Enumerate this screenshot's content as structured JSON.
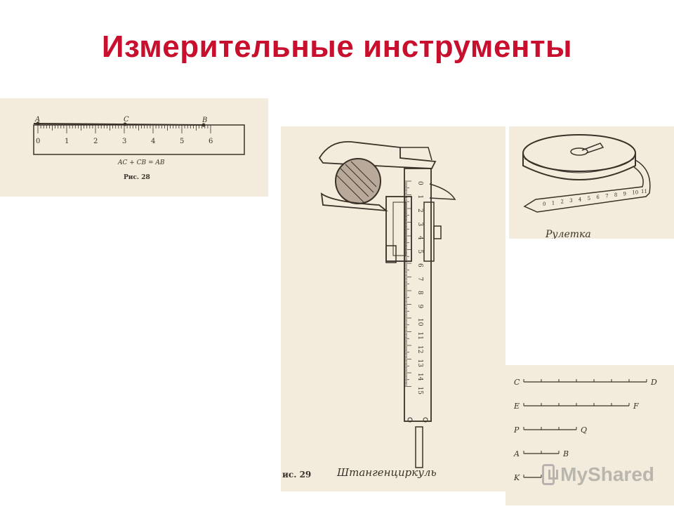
{
  "slide": {
    "title": "Измерительные инструменты"
  },
  "ruler_figure": {
    "points": [
      "A",
      "C",
      "B"
    ],
    "scale_labels": [
      "0",
      "1",
      "2",
      "3",
      "4",
      "5",
      "6"
    ],
    "equation": "AC + CB = AB",
    "caption": "Рис. 28"
  },
  "caliper_figure": {
    "scale_labels": [
      "0",
      "1",
      "2",
      "3",
      "4",
      "5",
      "6",
      "7",
      "8",
      "9",
      "10",
      "11",
      "12",
      "13",
      "14",
      "15"
    ],
    "figure_number": "ис. 29",
    "name": "Штангенциркуль"
  },
  "tape_figure": {
    "scale_labels": [
      "0",
      "1",
      "2",
      "3",
      "4",
      "5",
      "6",
      "7",
      "8",
      "9",
      "10",
      "11"
    ],
    "name": "Рулетка"
  },
  "segments_figure": {
    "segments": [
      {
        "start": "C",
        "end": "D",
        "length": 7
      },
      {
        "start": "E",
        "end": "F",
        "length": 6
      },
      {
        "start": "P",
        "end": "Q",
        "length": 3
      },
      {
        "start": "A",
        "end": "B",
        "length": 2
      },
      {
        "start": "K",
        "end": "",
        "length": 1
      }
    ]
  },
  "watermark": {
    "text": "MyShared"
  },
  "colors": {
    "title": "#c8102e",
    "paper": "#f3ecdc",
    "ink": "#3a3128"
  }
}
